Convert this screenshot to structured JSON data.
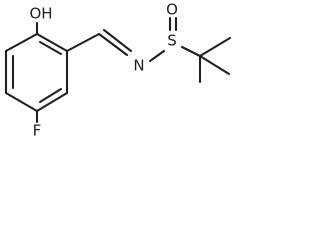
{
  "structure": {
    "atoms": {
      "hydroxyl": "OH",
      "fluorine": "F",
      "imine_nitrogen": "N",
      "sulfur": "S",
      "sulfinyl_oxygen": "O"
    }
  },
  "colors": {
    "ink": "#202020",
    "background": "#ffffff"
  }
}
